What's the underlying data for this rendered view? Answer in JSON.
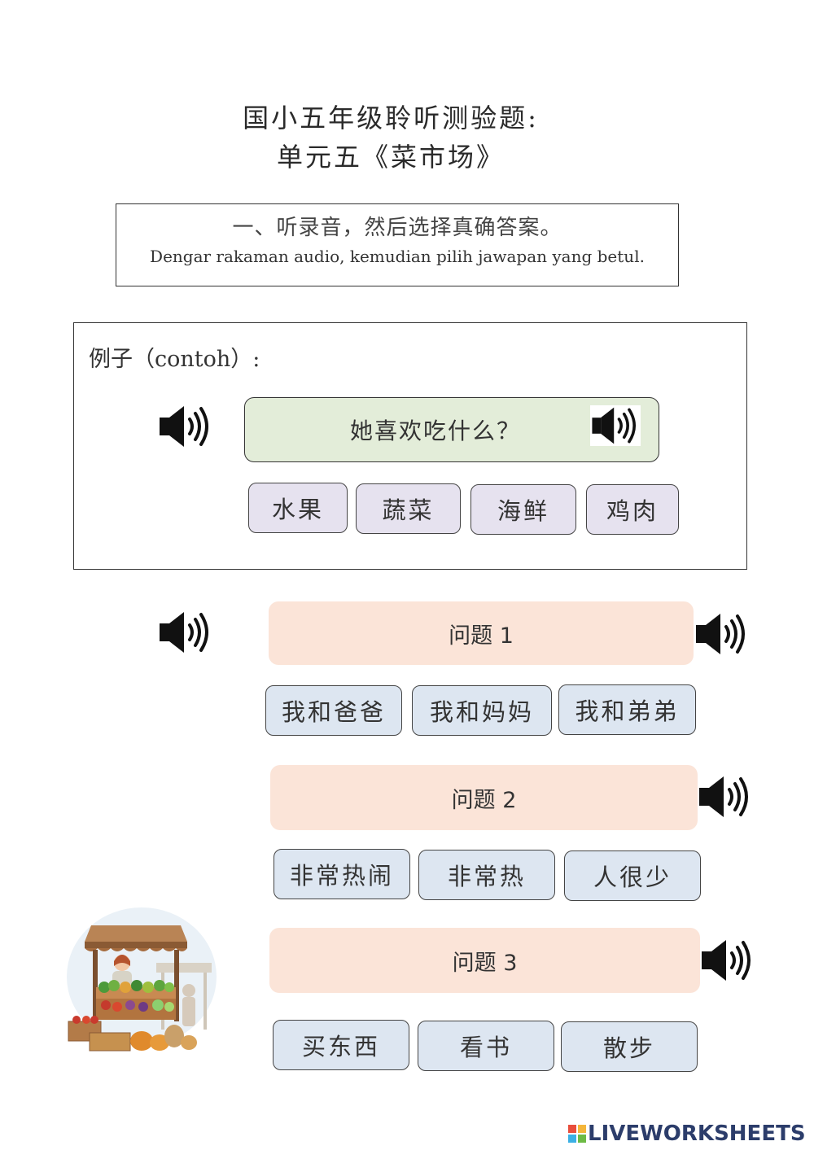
{
  "header": {
    "title_line1": "国小五年级聆听测验题:",
    "title_line2": "单元五《菜市场》"
  },
  "instructions": {
    "zh": "一、听录音，然后选择真确答案。",
    "ms": "Dengar rakaman audio, kemudian pilih jawapan yang betul."
  },
  "example": {
    "label": "例子（contoh）:",
    "question": "她喜欢吃什么？",
    "options": [
      "水果",
      "蔬菜",
      "海鲜",
      "鸡肉"
    ]
  },
  "questions": [
    {
      "label": "问题 1",
      "options": [
        "我和爸爸",
        "我和妈妈",
        "我和弟弟"
      ]
    },
    {
      "label": "问题 2",
      "options": [
        "非常热闹",
        "非常热",
        "人很少"
      ]
    },
    {
      "label": "问题 3",
      "options": [
        "买东西",
        "看书",
        "散步"
      ]
    }
  ],
  "footer": {
    "brand": "LIVEWORKSHEETS"
  },
  "colors": {
    "example_bar": "#e3edd9",
    "question_bar": "#fbe4d8",
    "example_option": "#e6e2ef",
    "question_option": "#dde6f1",
    "brand": "#2c3d6b"
  },
  "icons": [
    "speaker-icon",
    "market-stall-illustration",
    "liveworksheets-logo-icon"
  ]
}
